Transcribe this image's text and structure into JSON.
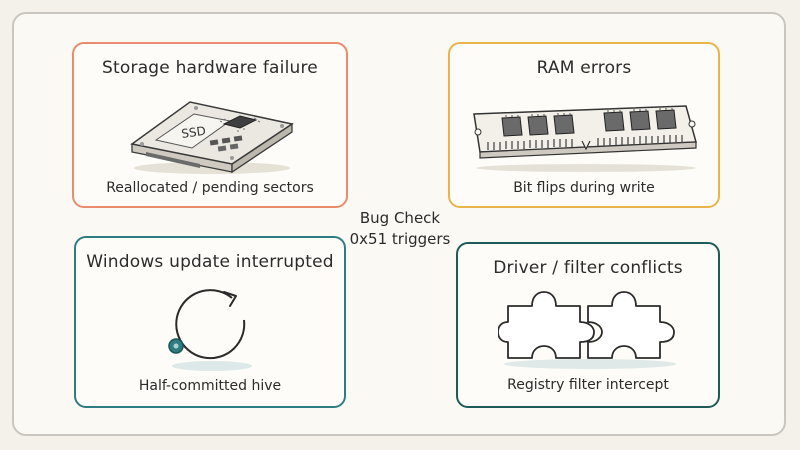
{
  "center": {
    "line1": "Bug Check",
    "line2": "0x51 triggers"
  },
  "cards": {
    "storage": {
      "title": "Storage hardware failure",
      "caption": "Reallocated / pending sectors",
      "device_label": "SSD",
      "icon": "ssd-icon",
      "accent": "#ea8b6d"
    },
    "ram": {
      "title": "RAM errors",
      "caption": "Bit flips during write",
      "icon": "ram-module-icon",
      "accent": "#e9b54a"
    },
    "update": {
      "title": "Windows update interrupted",
      "caption": "Half-committed hive",
      "icon": "circular-arrow-icon",
      "accent": "#2f7d83"
    },
    "driver": {
      "title": "Driver / filter conflicts",
      "caption": "Registry filter intercept",
      "icon": "puzzle-pieces-icon",
      "accent": "#1f5a5a"
    }
  }
}
